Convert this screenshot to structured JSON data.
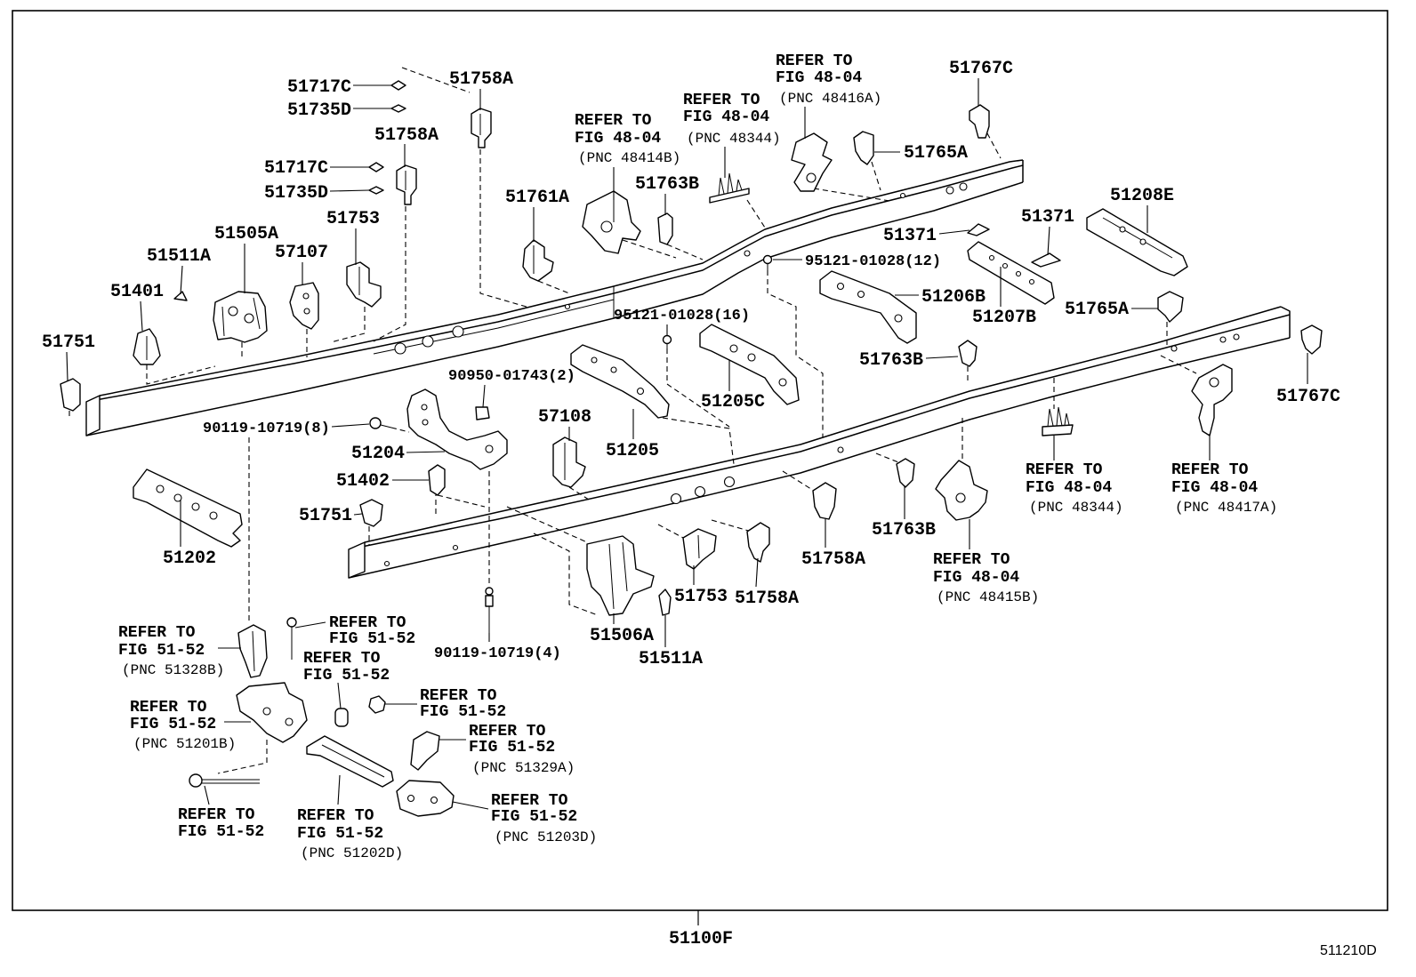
{
  "part_numbers": [
    "51717C",
    "51735D",
    "51758A",
    "51758A",
    "51717C",
    "51735D",
    "51753",
    "51505A",
    "57107",
    "51511A",
    "51401",
    "51751",
    "51767C",
    "51765A",
    "51761A",
    "51763B",
    "51208E",
    "51371",
    "51371",
    "95121-01028(12)",
    "51206B",
    "51207B",
    "51765A",
    "95121-01028(16)",
    "51763B",
    "51767C",
    "90950-01743(2)",
    "51205C",
    "90119-10719(8)",
    "57108",
    "51205",
    "51204",
    "51402",
    "51751",
    "51763B",
    "51758A",
    "51202",
    "51753",
    "51758A",
    "51506A",
    "51511A",
    "90119-10719(4)"
  ],
  "references": [
    {
      "line1": "REFER TO",
      "line2": "FIG 48-04",
      "line3": "(PNC 48414B)"
    },
    {
      "line1": "REFER TO",
      "line2": "FIG 48-04",
      "line3": "(PNC 48344)"
    },
    {
      "line1": "REFER TO",
      "line2": "FIG 48-04",
      "line3": "(PNC 48416A)"
    },
    {
      "line1": "REFER TO",
      "line2": "FIG 48-04",
      "line3": "(PNC 48344)"
    },
    {
      "line1": "REFER TO",
      "line2": "FIG 48-04",
      "line3": "(PNC 48417A)"
    },
    {
      "line1": "REFER TO",
      "line2": "FIG 48-04",
      "line3": "(PNC 48415B)"
    },
    {
      "line1": "REFER TO",
      "line2": "FIG 51-52"
    },
    {
      "line1": "REFER TO",
      "line2": "FIG 51-52",
      "line3": "(PNC 51328B)"
    },
    {
      "line1": "REFER TO",
      "line2": "FIG 51-52"
    },
    {
      "line1": "REFER TO",
      "line2": "FIG 51-52"
    },
    {
      "line1": "REFER TO",
      "line2": "FIG 51-52",
      "line3": "(PNC 51201B)"
    },
    {
      "line1": "REFER TO",
      "line2": "FIG 51-52",
      "line3": "(PNC 51329A)"
    },
    {
      "line1": "REFER TO",
      "line2": "FIG 51-52",
      "line3": "(PNC 51203D)"
    },
    {
      "line1": "REFER TO",
      "line2": "FIG 51-52"
    },
    {
      "line1": "REFER TO",
      "line2": "FIG 51-52",
      "line3": "(PNC 51202D)"
    }
  ],
  "assembly_number": "51100F",
  "illustration_id": "511210D"
}
